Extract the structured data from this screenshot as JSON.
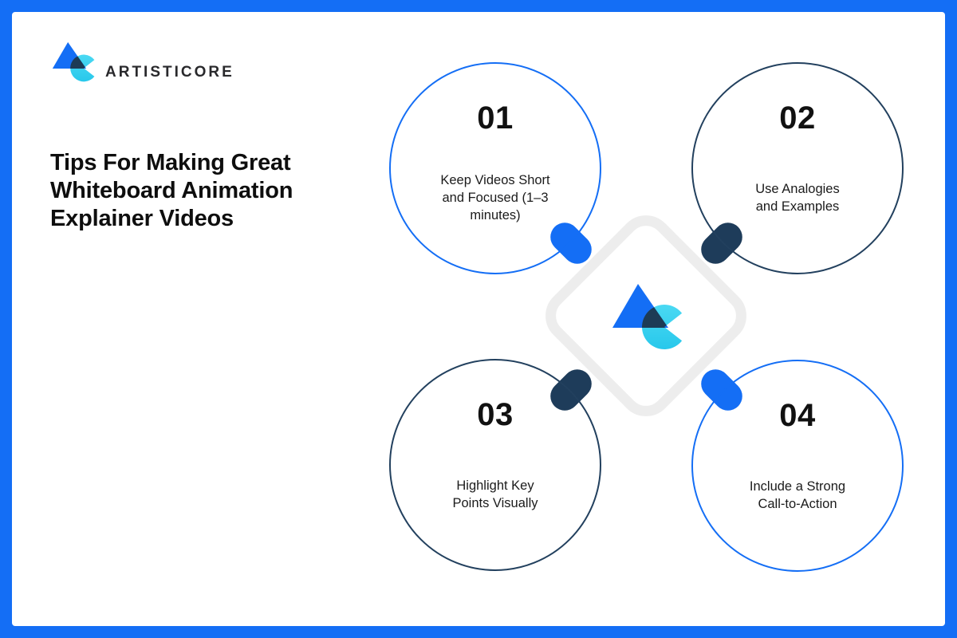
{
  "brand": {
    "name": "ARTISTICORE",
    "logo_icon": "triangle-pacman-logo-mark"
  },
  "title": "Tips For Making Great Whiteboard Animation Explainer Videos",
  "tips": [
    {
      "number": "01",
      "text": "Keep Videos Short and Focused (1–3 minutes)",
      "accent": "#146ef5"
    },
    {
      "number": "02",
      "text": "Use Analogies and Examples",
      "accent": "#1e3c5a"
    },
    {
      "number": "03",
      "text": "Highlight Key Points Visually",
      "accent": "#1e3c5a"
    },
    {
      "number": "04",
      "text": "Include a Strong Call-to-Action",
      "accent": "#146ef5"
    }
  ],
  "colors": {
    "frame_border": "#146ef5",
    "accent_blue": "#146ef5",
    "accent_navy": "#1e3c5a",
    "logo_triangle_blue": "#146ef5",
    "logo_cyan": "#2fcfec",
    "logo_overlap_navy": "#1d3b55",
    "diamond_outline": "#ededed",
    "background": "#ffffff",
    "title_text": "#0e0e0e",
    "body_text": "#1b1b1b"
  }
}
